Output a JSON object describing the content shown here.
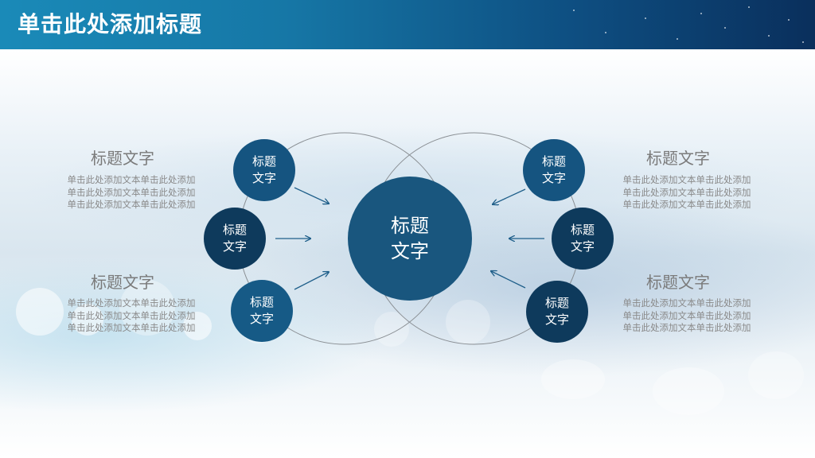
{
  "header": {
    "title": "单击此处添加标题"
  },
  "colors": {
    "header_start": "#1a8ab8",
    "header_end": "#0a2f5c",
    "node_dark": "#0e3a5c",
    "node_mid": "#134d73",
    "center": "#19567e"
  },
  "center": {
    "line1": "标题",
    "line2": "文字"
  },
  "nodes": {
    "left_top": {
      "line1": "标题",
      "line2": "文字"
    },
    "left_mid": {
      "line1": "标题",
      "line2": "文字"
    },
    "left_bottom": {
      "line1": "标题",
      "line2": "文字"
    },
    "right_top": {
      "line1": "标题",
      "line2": "文字"
    },
    "right_mid": {
      "line1": "标题",
      "line2": "文字"
    },
    "right_bottom": {
      "line1": "标题",
      "line2": "文字"
    }
  },
  "sections": {
    "left_top": {
      "title": "标题文字",
      "lines": [
        "单击此处添加文本单击此处添加",
        "单击此处添加文本单击此处添加",
        "单击此处添加文本单击此处添加"
      ]
    },
    "left_bottom": {
      "title": "标题文字",
      "lines": [
        "单击此处添加文本单击此处添加",
        "单击此处添加文本单击此处添加",
        "单击此处添加文本单击此处添加"
      ]
    },
    "right_top": {
      "title": "标题文字",
      "lines": [
        "单击此处添加文本单击此处添加",
        "单击此处添加文本单击此处添加",
        "单击此处添加文本单击此处添加"
      ]
    },
    "right_bottom": {
      "title": "标题文字",
      "lines": [
        "单击此处添加文本单击此处添加",
        "单击此处添加文本单击此处添加",
        "单击此处添加文本单击此处添加"
      ]
    }
  }
}
